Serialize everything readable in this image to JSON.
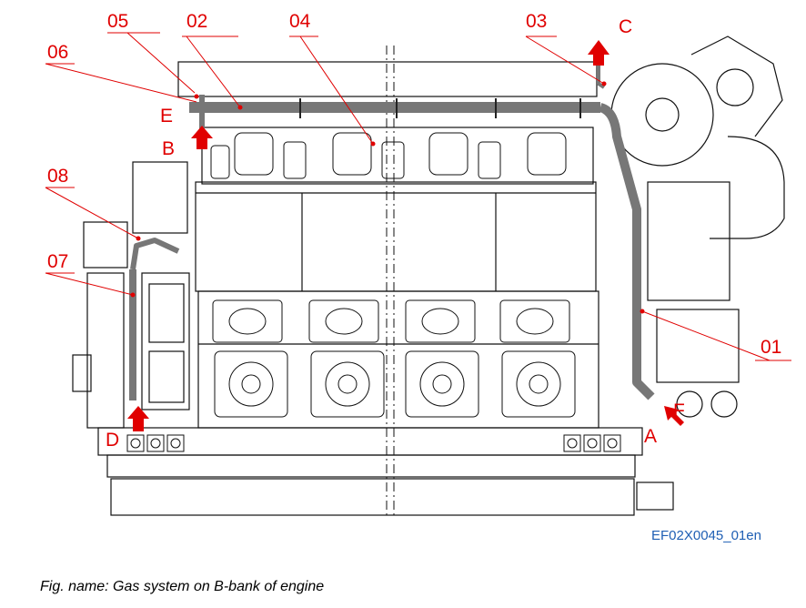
{
  "colors": {
    "accent": "#e00000",
    "reference": "#1f5fb4",
    "line": "#111111",
    "pipe": "#777777"
  },
  "callouts": {
    "c01": "01",
    "c02": "02",
    "c03": "03",
    "c04": "04",
    "c05": "05",
    "c06": "06",
    "c07": "07",
    "c08": "08"
  },
  "flow_points": {
    "a": "A",
    "b": "B",
    "c": "C",
    "d": "D",
    "e": "E",
    "f": "F"
  },
  "reference_code": "EF02X0045_01en",
  "caption": "Fig. name: Gas system on B-bank of engine"
}
